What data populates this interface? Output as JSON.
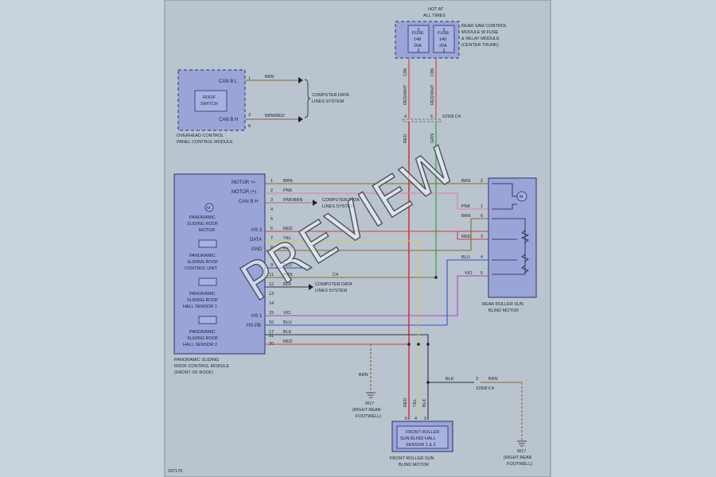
{
  "colors": {
    "BRN": "#8a6a2a",
    "BRN_RED": "#8a5a3a",
    "PNK": "#e37aa8",
    "PNK_BRN": "#a8707a",
    "RED": "#d23a3a",
    "RED_WHT": "#d86060",
    "YEL": "#d8c84a",
    "GRN": "#4bb050",
    "BLU": "#3050d0",
    "VIO": "#b040c8",
    "BLK": "#333333"
  },
  "top_power": {
    "hot_at": "HOT AT",
    "all_times": "ALL TIMES"
  },
  "rear_sam": {
    "name_lines": [
      "REAR SAM CONTROL",
      "MODULE W FUSE",
      "& RELAY MODULE",
      "(CENTER TRUNK)"
    ],
    "fuses": [
      {
        "label": "FUSE",
        "num": "148",
        "amps": "20A"
      },
      {
        "label": "FUSE",
        "num": "149",
        "amps": "20A"
      }
    ],
    "pin_left": "C88",
    "pin_right": "C86",
    "wire_left": "RED/WHT",
    "wire_right": "RED/WHT",
    "splice": "X25/8 C4",
    "splice_pin_left": "4",
    "splice_pin_right": "6",
    "lower_left": "RED",
    "lower_right": "GRN"
  },
  "overhead": {
    "switch": "ROOF SWITCH",
    "name_lines": [
      "OVERHEAD CONTROL",
      "PANEL CONTROL MODULE"
    ],
    "pins": [
      {
        "label": "CAN B L",
        "num": "1",
        "wire": "BRN"
      },
      {
        "label": "CAN B H",
        "num": "3",
        "wire": "BRN/RED"
      }
    ],
    "below_num": "8",
    "system": [
      "COMPUTER DATA",
      "LINES SYSTEM"
    ]
  },
  "main_module": {
    "components": [
      {
        "lines": [
          "PANORAMIC",
          "SLIDING ROOF",
          "MOTOR"
        ]
      },
      {
        "lines": [
          "PANORAMIC",
          "SLIDING ROOF",
          "CONTROL UNIT"
        ]
      },
      {
        "lines": [
          "PANORAMIC",
          "SLIDING ROOF",
          "HALL SENSOR 1"
        ]
      },
      {
        "lines": [
          "PANORAMIC",
          "SLIDING ROOF",
          "HALL SENSOR 2"
        ]
      }
    ],
    "name_lines": [
      "PANORAMIC SLIDING",
      "ROOF CONTROL MODULE",
      "(FRONT OF ROOF)"
    ],
    "pins": [
      {
        "label": "MOTOR +/-",
        "num": "1",
        "wire": "BRN"
      },
      {
        "label": "MOTOR (+)",
        "num": "2",
        "wire": "PNK"
      },
      {
        "label": "CAN B H",
        "num": "3",
        "wire": "PNK/BRN"
      },
      {
        "label": "",
        "num": "4",
        "wire": ""
      },
      {
        "label": "",
        "num": "5",
        "wire": ""
      },
      {
        "label": "HS 2",
        "num": "6",
        "wire": "RED"
      },
      {
        "label": "DATA",
        "num": "7",
        "wire": "YEL"
      },
      {
        "label": "GND",
        "num": "8",
        "wire": "BRN"
      },
      {
        "label": "",
        "num": "9",
        "wire": "BLU"
      },
      {
        "label": "",
        "num": "11",
        "wire": "BRN"
      },
      {
        "label": "",
        "num": "12",
        "wire": "BLK"
      },
      {
        "label": "",
        "num": "13",
        "wire": ""
      },
      {
        "label": "",
        "num": "14",
        "wire": ""
      },
      {
        "label": "",
        "num": "15",
        "wire": "VIO"
      },
      {
        "label": "HS 1",
        "num": "16",
        "wire": "BLU"
      },
      {
        "label": "HS PB",
        "num": "17",
        "wire": "BLK"
      },
      {
        "label": "",
        "num": "31",
        "wire": ""
      },
      {
        "label": "",
        "num": "30",
        "wire": "RED"
      }
    ],
    "can_system": [
      "COMPUTER DATA",
      "LINES SYSTEM"
    ],
    "can_system2": [
      "COMPUTER DATA",
      "LINES SYSTEM"
    ],
    "splice_c4": "C4"
  },
  "rear_motor": {
    "name_lines": [
      "REAR ROLLER SUN",
      "BLIND MOTOR"
    ],
    "pins": [
      {
        "num": "2",
        "wire": "BRN"
      },
      {
        "num": "1",
        "wire": "PNK"
      },
      {
        "num": "6",
        "wire": "BRN"
      },
      {
        "num": "3",
        "wire": "RED"
      },
      {
        "num": "4",
        "wire": "BLU"
      },
      {
        "num": "5",
        "wire": "VIO"
      }
    ]
  },
  "ground_left": {
    "wire": "BRN",
    "name": "W17",
    "loc": [
      "(RIGHT REAR",
      "FOOTWELL)"
    ]
  },
  "ground_right": {
    "wire": "BRN",
    "name": "W17",
    "loc": [
      "(RIGHT REAR",
      "FOOTWELL)"
    ],
    "pin": "3",
    "splice": "X25/8 C4",
    "blk": "BLK"
  },
  "front_motor": {
    "inner_lines": [
      "FRONT ROLLER",
      "SUN BLIND HALL",
      "SENSOR 1 & 2"
    ],
    "name_lines": [
      "FRONT ROLLER SUN",
      "BLIND MOTOR"
    ],
    "pins": [
      {
        "num": "6",
        "wire": "RED"
      },
      {
        "num": "4",
        "wire": "YEL"
      },
      {
        "num": "3",
        "wire": "BLK"
      }
    ]
  },
  "footer_id": "337176",
  "watermark": "PREVIEW"
}
